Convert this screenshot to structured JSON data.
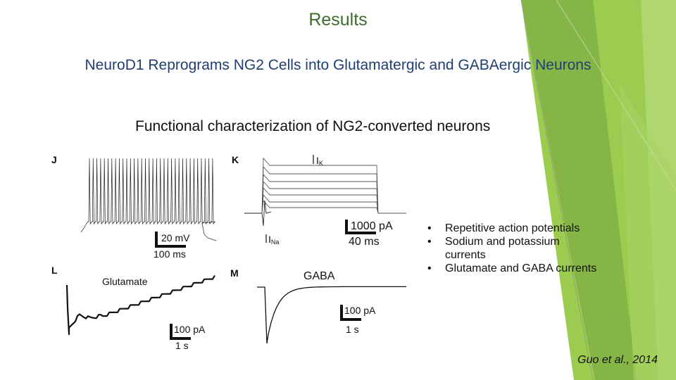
{
  "title": "Results",
  "subtitle": "NeuroD1 Reprograms NG2 Cells into Glutamatergic and GABAergic Neurons",
  "caption": "Functional characterization of NG2-converted neurons",
  "figure": {
    "panel_j": {
      "letter": "J",
      "scale_y": "20 mV",
      "scale_x": "100 ms"
    },
    "panel_k": {
      "letter": "K",
      "label_ik": "I",
      "label_ik_sub": "K",
      "label_ina": "I",
      "label_ina_sub": "Na",
      "scale_y": "1000 pA",
      "scale_x": "40 ms"
    },
    "panel_l": {
      "letter": "L",
      "label": "Glutamate",
      "scale_y": "100 pA",
      "scale_x": "1 s"
    },
    "panel_m": {
      "letter": "M",
      "label": "GABA",
      "scale_y": "100 pA",
      "scale_x": "1 s"
    }
  },
  "bullets": [
    "Repetitive action potentials",
    "Sodium and potassium currents",
    "Glutamate and GABA currents"
  ],
  "citation": "Guo et al., 2014",
  "theme": {
    "green_light": "#9ccc4f",
    "green_mid": "#7fae44",
    "green_dark": "#5e8f36",
    "title_color": "#3e6b2f",
    "subtitle_color": "#1f3f73"
  }
}
